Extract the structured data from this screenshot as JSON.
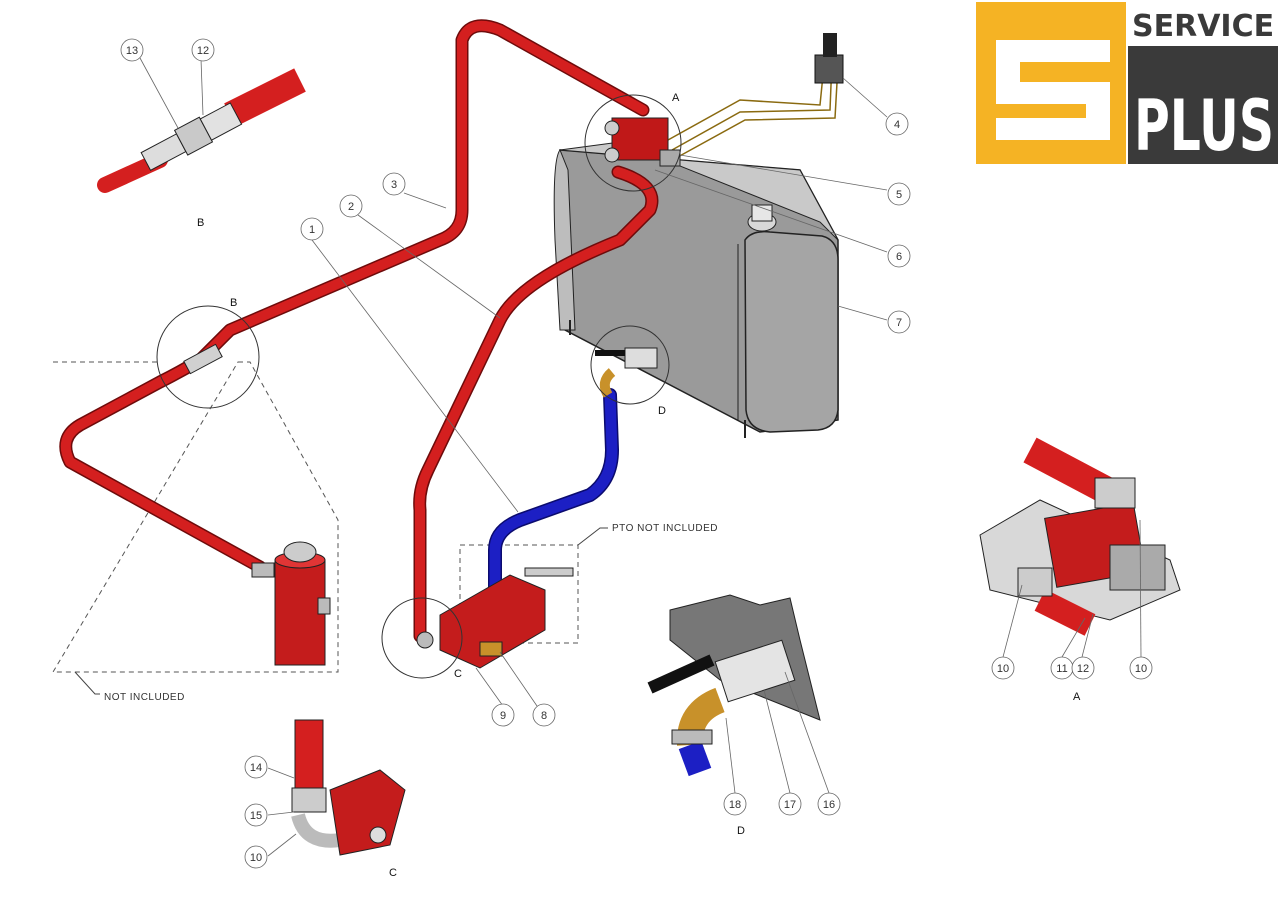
{
  "logo": {
    "brand_top": "SERVICE",
    "brand_bottom": "PLUS",
    "letter": "S",
    "accent": "#f5b324",
    "dark": "#3a3a3a"
  },
  "colors": {
    "pressure_line": "#d41f1f",
    "suction_line": "#1c1fc4",
    "tank": "#8a8a8a",
    "brass": "#c8912a"
  },
  "notes": {
    "pto": "PTO NOT INCLUDED",
    "not_included": "NOT INCLUDED"
  },
  "detail_labels": {
    "A": "A",
    "B": "B",
    "C": "C",
    "D": "D"
  },
  "callouts": {
    "n1": "1",
    "n2": "2",
    "n3": "3",
    "n4": "4",
    "n5": "5",
    "n6": "6",
    "n7": "7",
    "n8": "8",
    "n9": "9",
    "b13": "13",
    "b12": "12",
    "a10l": "10",
    "a11": "11",
    "a12": "12",
    "a10r": "10",
    "c14": "14",
    "c15": "15",
    "c10": "10",
    "d18": "18",
    "d17": "17",
    "d16": "16"
  }
}
